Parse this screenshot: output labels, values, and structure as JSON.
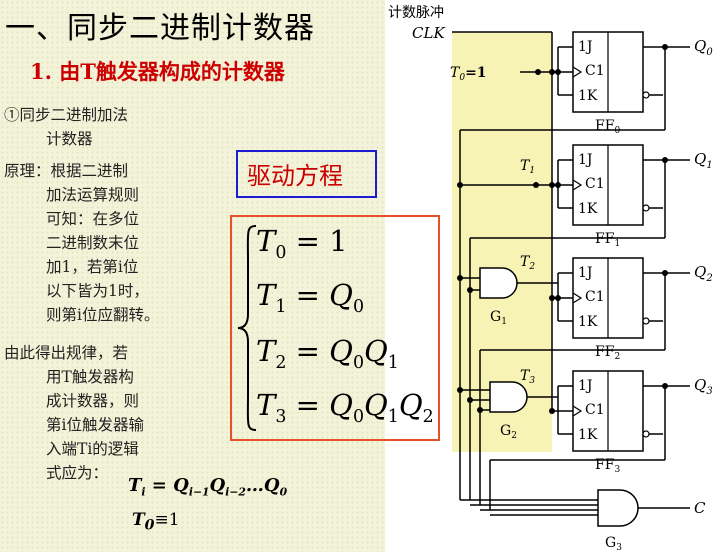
{
  "title": "一、同步二进制计数器",
  "subtitle": "1. 由T触发器构成的计数器",
  "para1": [
    "①同步二进制加法",
    "计数器"
  ],
  "para2": [
    "原理：根据二进制",
    "加法运算规则",
    "可知：在多位",
    "二进制数末位",
    "加1，若第i位",
    "以下皆为1时，",
    "则第i位应翻转。"
  ],
  "para3": [
    "由此得出规律，若",
    "用T触发器构",
    "成计数器，则",
    "第i位触发器输",
    "入端Ti的逻辑",
    "式应为："
  ],
  "general_formula": {
    "lhs": "T",
    "lhs_sub": "i",
    "rhs": [
      "Q",
      "i−1",
      "Q",
      "i−2",
      "…Q",
      "0"
    ]
  },
  "t0_formula": {
    "text": "T",
    "sub": "0",
    "rest": "≡1"
  },
  "drive_label": "驱动方程",
  "equations": [
    {
      "lhs": "T",
      "lhs_sub": "0",
      "rhs": "= 1"
    },
    {
      "lhs": "T",
      "lhs_sub": "1",
      "rhs": "= Q",
      "rhs_sub": "0"
    },
    {
      "lhs": "T",
      "lhs_sub": "2",
      "rhs": "= Q",
      "rhs_sub": "0",
      "rhs2": "Q",
      "rhs2_sub": "1"
    },
    {
      "lhs": "T",
      "lhs_sub": "3",
      "rhs": "= Q",
      "rhs_sub": "0",
      "rhs2": "Q",
      "rhs2_sub": "1",
      "rhs3": "Q",
      "rhs3_sub": "2"
    }
  ],
  "circuit": {
    "clock_caption": "计数脉冲",
    "clock_label": "CLK",
    "t0_label": "T",
    "t0_sub": "0",
    "t0_value": "=1",
    "flipflops": [
      {
        "name": "FF",
        "sub": "0",
        "j": "1J",
        "c": "C1",
        "k": "1K",
        "out": "Q",
        "out_sub": "0"
      },
      {
        "name": "FF",
        "sub": "1",
        "j": "1J",
        "c": "C1",
        "k": "1K",
        "out": "Q",
        "out_sub": "1"
      },
      {
        "name": "FF",
        "sub": "2",
        "j": "1J",
        "c": "C1",
        "k": "1K",
        "out": "Q",
        "out_sub": "2"
      },
      {
        "name": "FF",
        "sub": "3",
        "j": "1J",
        "c": "C1",
        "k": "1K",
        "out": "Q",
        "out_sub": "3"
      }
    ],
    "t_labels": [
      {
        "t": "T",
        "sub": "1"
      },
      {
        "t": "T",
        "sub": "2"
      },
      {
        "t": "T",
        "sub": "3"
      }
    ],
    "gates": [
      {
        "name": "G",
        "sub": "1"
      },
      {
        "name": "G",
        "sub": "2"
      },
      {
        "name": "G",
        "sub": "3"
      }
    ],
    "carry_label": "C"
  },
  "colors": {
    "highlight": "#f6f3b4",
    "title_red": "#cc0000",
    "box_orange": "#e8502a",
    "box_blue": "#1b1bd0"
  }
}
